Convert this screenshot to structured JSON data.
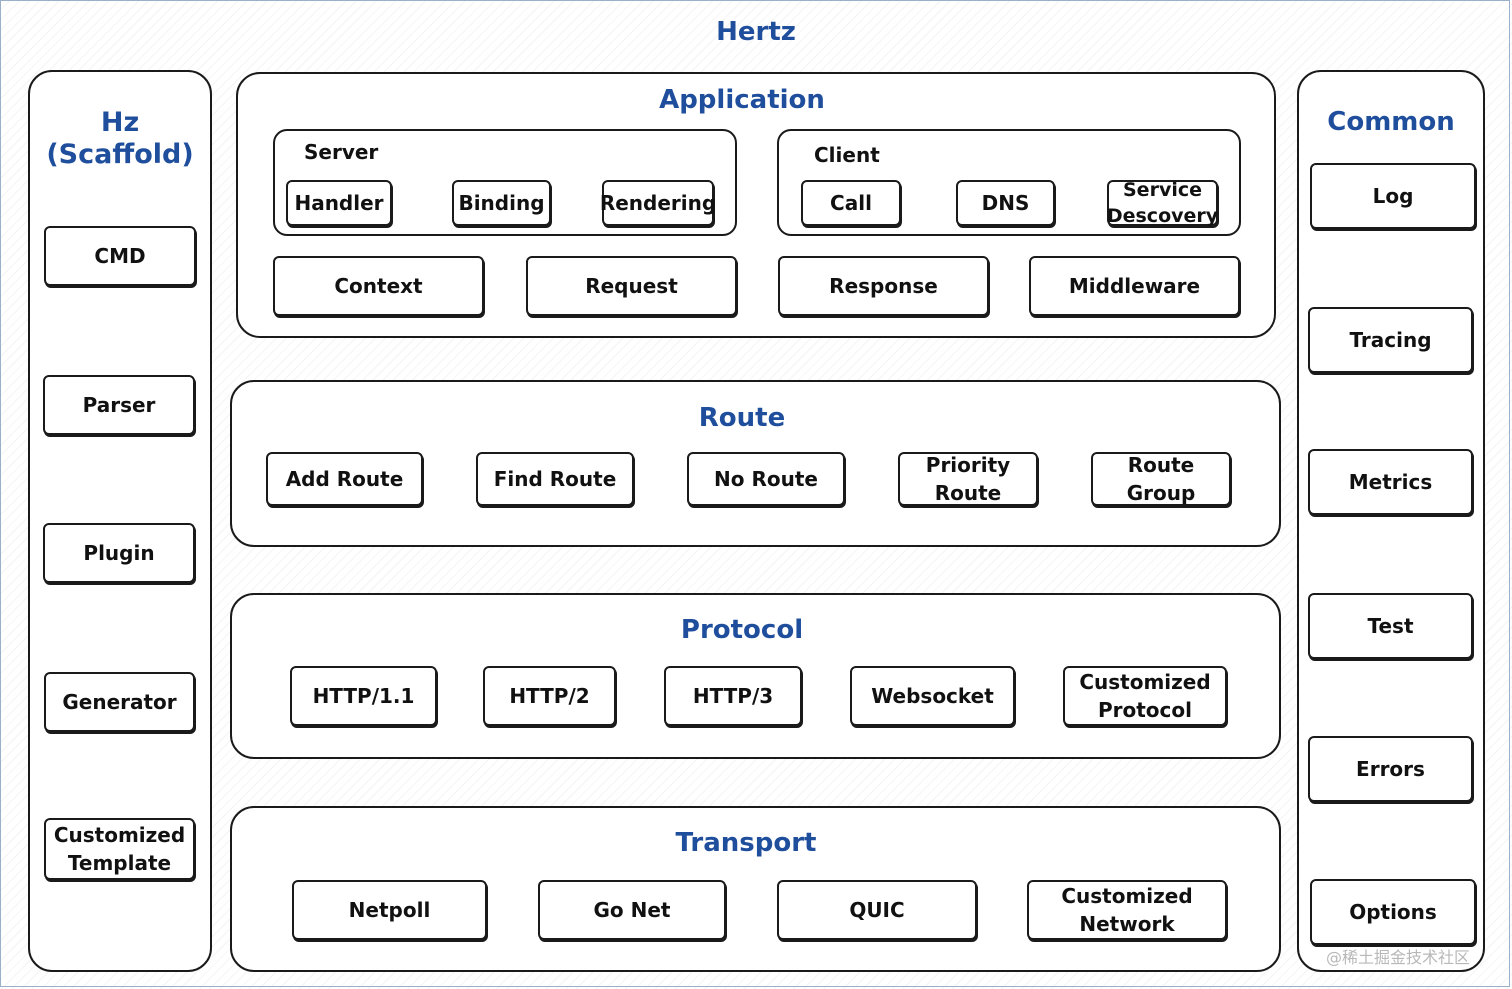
{
  "title": "Hertz",
  "left": {
    "title_line1": "Hz",
    "title_line2": "(Scaffold)",
    "items": [
      "CMD",
      "Parser",
      "Plugin",
      "Generator",
      "Customized\nTemplate"
    ]
  },
  "right": {
    "title": "Common",
    "items": [
      "Log",
      "Tracing",
      "Metrics",
      "Test",
      "Errors",
      "Options"
    ]
  },
  "application": {
    "title": "Application",
    "server": {
      "label": "Server",
      "items": [
        "Handler",
        "Binding",
        "Rendering"
      ]
    },
    "client": {
      "label": "Client",
      "items": [
        "Call",
        "DNS",
        "Service\nDescovery"
      ]
    },
    "items": [
      "Context",
      "Request",
      "Response",
      "Middleware"
    ]
  },
  "route": {
    "title": "Route",
    "items": [
      "Add Route",
      "Find Route",
      "No Route",
      "Priority\nRoute",
      "Route Group"
    ]
  },
  "protocol": {
    "title": "Protocol",
    "items": [
      "HTTP/1.1",
      "HTTP/2",
      "HTTP/3",
      "Websocket",
      "Customized\nProtocol"
    ]
  },
  "transport": {
    "title": "Transport",
    "items": [
      "Netpoll",
      "Go Net",
      "QUIC",
      "Customized\nNetwork"
    ]
  },
  "watermark": "@稀土掘金技术社区"
}
